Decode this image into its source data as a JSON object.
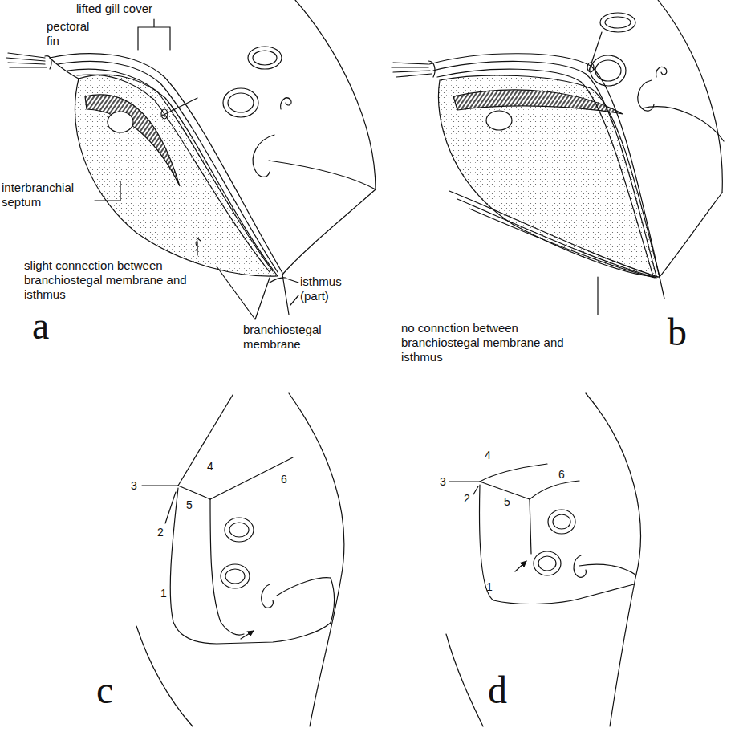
{
  "diagram": {
    "labels": [
      "lifted gill cover",
      "pectoral fin",
      "interbranchial septum",
      "slight connection between branchiostegal membrane and isthmus",
      "branchiostegal membrane",
      "isthmus (part)",
      "a",
      "no connction between branchiostegal membrane and isthmus",
      "b",
      "c",
      "d",
      "4",
      "3",
      "5",
      "6",
      "2",
      "1",
      "4",
      "3",
      "5",
      "6",
      "2",
      "1"
    ]
  }
}
